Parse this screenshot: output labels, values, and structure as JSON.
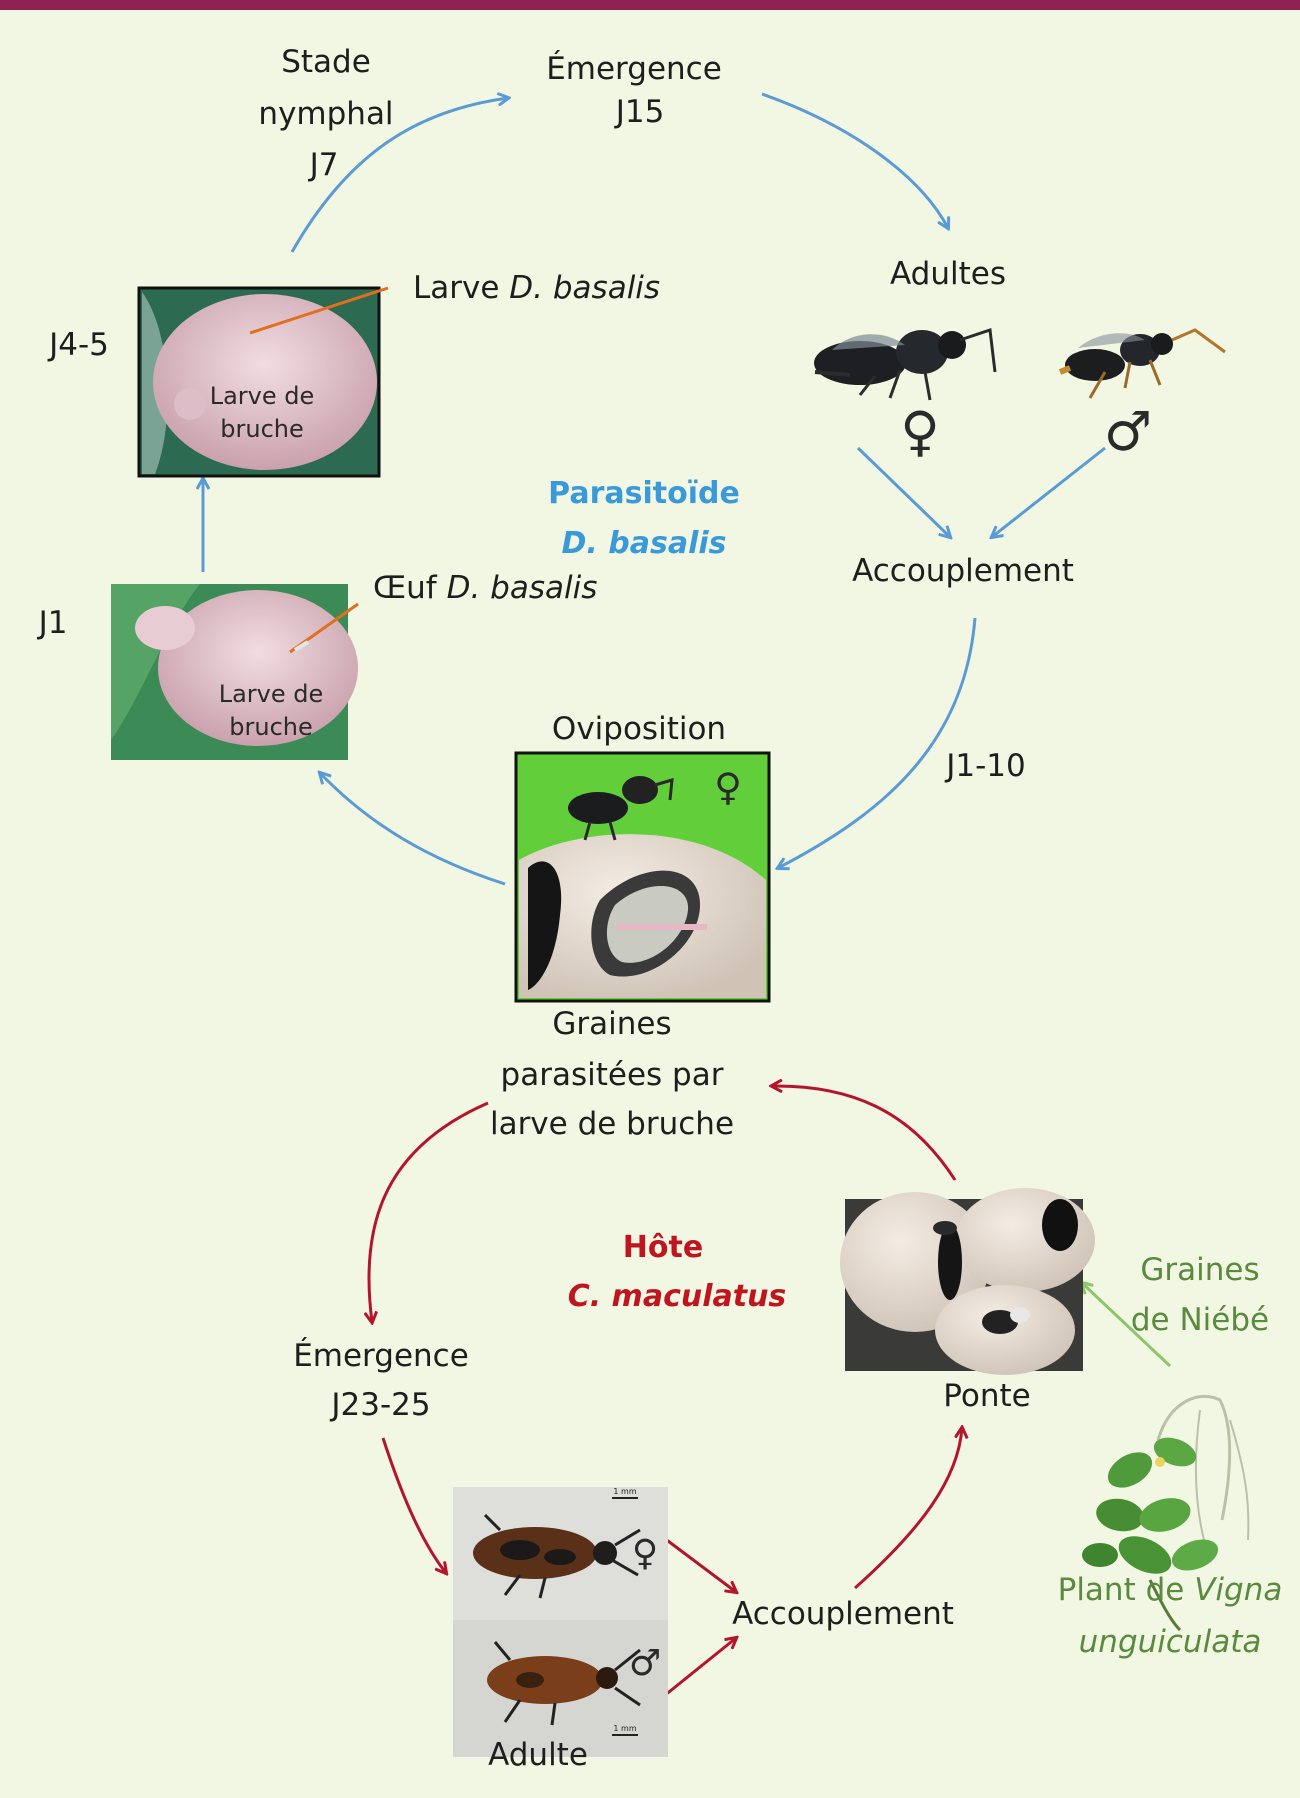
{
  "parasitoid": {
    "title": "Parasitoïde",
    "species": "D. basalis",
    "stade_nymphal": [
      "Stade",
      "nymphal",
      "J7"
    ],
    "emergence": [
      "Émergence",
      "J15"
    ],
    "adultes": "Adultes",
    "female_symbol": "♀",
    "male_symbol": "♂",
    "accouplement": "Accouplement",
    "j1_10": "J1-10",
    "oviposition": "Oviposition",
    "oviposition_symbol": "♀",
    "j4_5": "J4-5",
    "j1": "J1",
    "larve_label_prefix": "Larve ",
    "larve_label_species": "D. basalis",
    "oeuf_label_prefix": "Œuf ",
    "oeuf_label_species": "D. basalis",
    "larve_bruche_a": [
      "Larve de",
      "bruche"
    ],
    "larve_bruche_b": [
      "Larve de",
      "bruche"
    ]
  },
  "shared": {
    "graines_parasitees": [
      "Graines",
      "parasitées par",
      "larve de bruche"
    ]
  },
  "host": {
    "title": "Hôte",
    "species": "C. maculatus",
    "emergence": [
      "Émergence",
      "J23-25"
    ],
    "adulte": "Adulte",
    "female_symbol": "♀",
    "male_symbol": "♂",
    "accouplement": "Accouplement",
    "ponte": "Ponte",
    "graines_niebe": [
      "Graines",
      "de Niébé"
    ],
    "plant_prefix": "Plant de ",
    "plant_genus": "Vigna",
    "plant_species": "unguiculata",
    "scale_label": "1 mm"
  },
  "colors": {
    "background": "#f2f7e3",
    "top_bar": "#8f2153",
    "parasitoid_arrows": "#5b9bd5",
    "parasitoid_title": "#3a9ad9",
    "host_arrows": "#b3162c",
    "host_title": "#c0141e",
    "plant_text": "#5a8a3e"
  }
}
